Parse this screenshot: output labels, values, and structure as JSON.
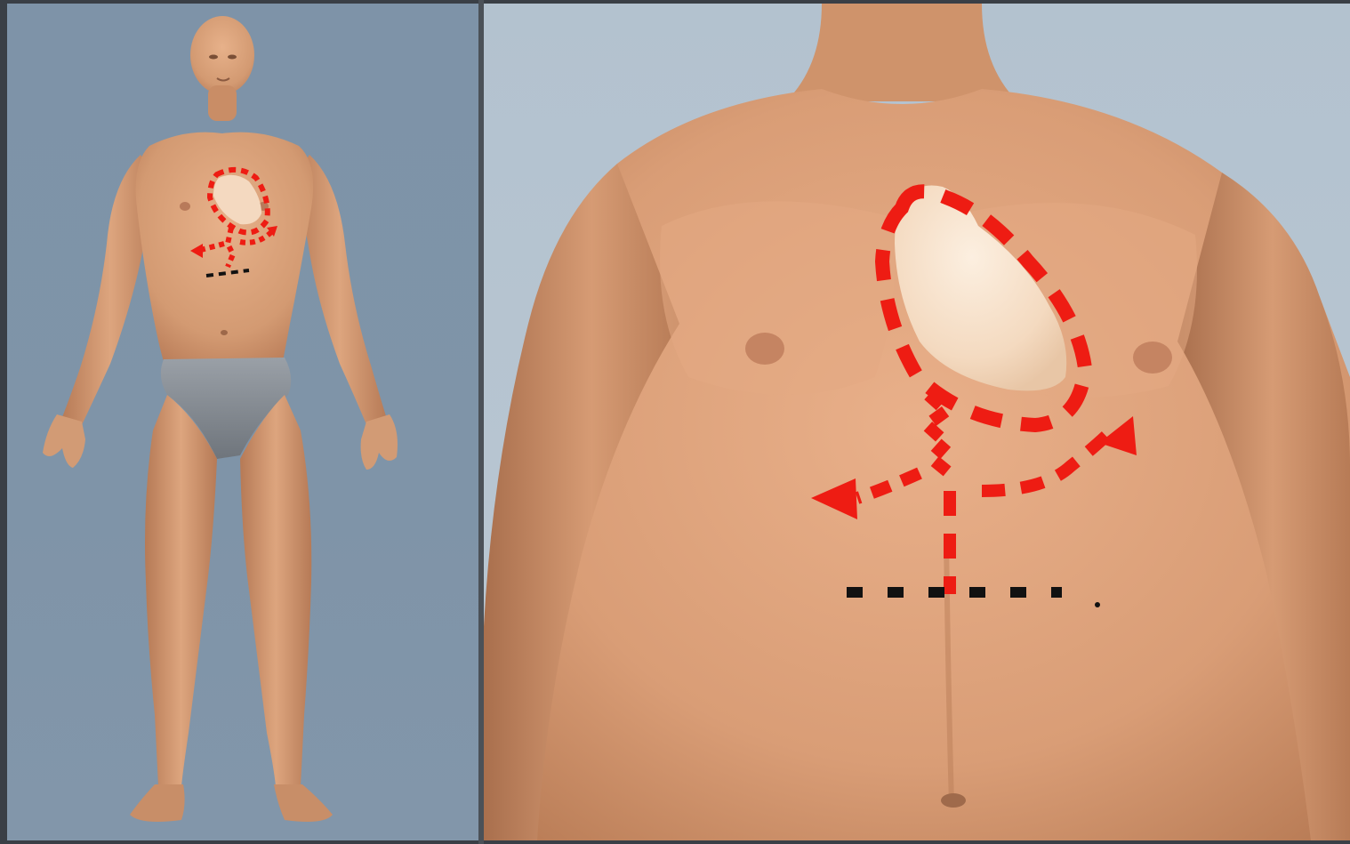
{
  "illustration": {
    "left_panel": {
      "subject": "full-body-figure",
      "background_color": "#7f94a8",
      "skin_color": "#d9a07a",
      "underwear_color": "#8c9198"
    },
    "right_panel": {
      "subject": "chest-closeup",
      "background_color": "#b6c4d0",
      "skin_color": "#dea27c",
      "heart_color": "#f6dcc3"
    },
    "markers": {
      "radiation_path_color": "#ee1c13",
      "epigastric_line_color": "#111111",
      "pain_area_icon": "heart-outline-dashed",
      "arrow_left_icon": "arrow-left",
      "arrow_right_icon": "arrow-up-right"
    }
  }
}
